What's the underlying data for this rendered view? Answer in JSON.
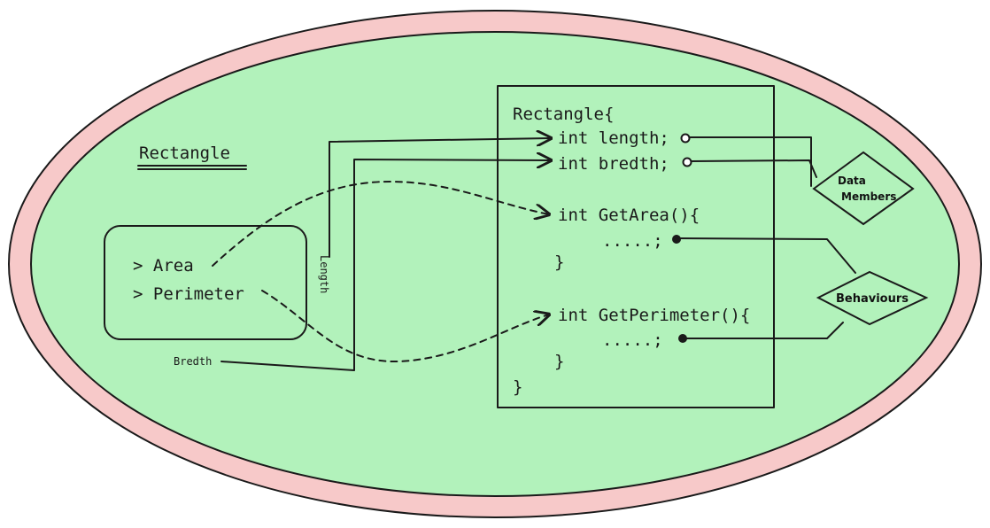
{
  "diagram": {
    "object_title": "Rectangle",
    "properties": [
      "> Area",
      "> Perimeter"
    ],
    "arrow_labels": {
      "length": "Length",
      "bredth": "Bredth"
    },
    "code": {
      "class_open": "Rectangle{",
      "field_length": "int length;",
      "field_bredth": "int bredth;",
      "method_area": "int GetArea(){",
      "method_area_body": ".....;",
      "method_area_close": "}",
      "method_perimeter": "int GetPerimeter(){",
      "method_perimeter_body": ".....;",
      "method_perimeter_close": "}",
      "class_close": "}"
    },
    "diamonds": {
      "data_members_line1": "Data",
      "data_members_line2": "Members",
      "behaviours": "Behaviours"
    },
    "colors": {
      "outer_ring": "#f7c9c9",
      "inner_fill": "#b2f2bb",
      "outline": "#1a1a1a"
    }
  }
}
